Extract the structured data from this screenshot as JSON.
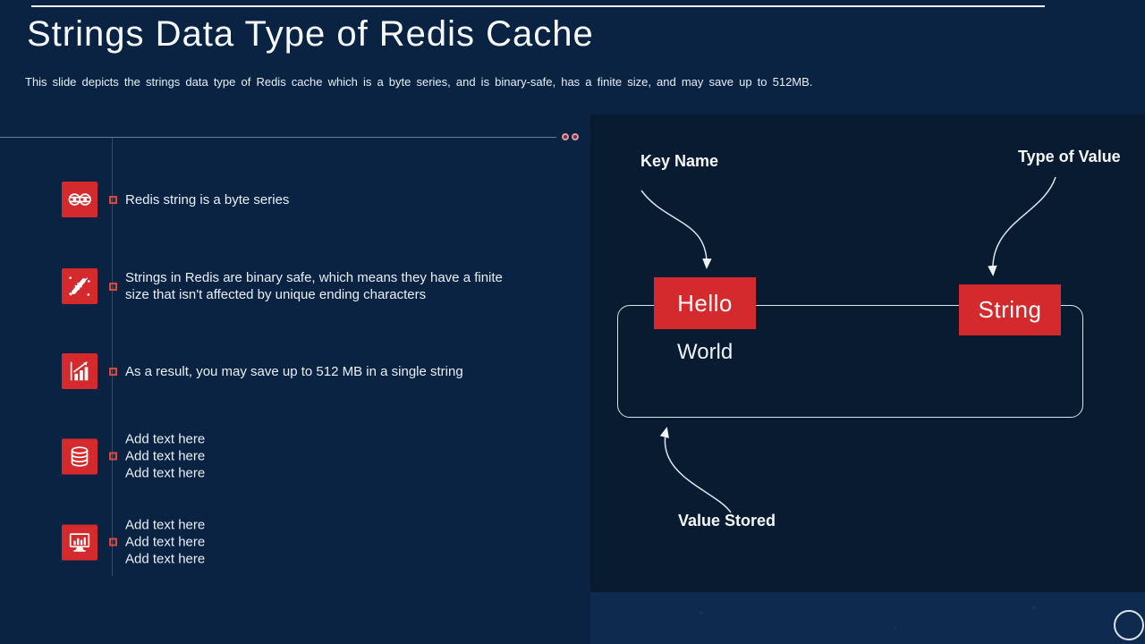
{
  "slide": {
    "title": "Strings Data Type of Redis Cache",
    "subtitle": "This slide depicts the strings data type of Redis cache which is a byte series, and is binary-safe, has a finite size, and may save up to 512MB."
  },
  "list": {
    "items": [
      {
        "icon": "yarn-strings-icon",
        "lines": [
          "Redis string is a byte series"
        ]
      },
      {
        "icon": "needle-thread-icon",
        "lines": [
          "Strings in Redis are binary safe, which means they have a finite",
          "size that isn't affected by unique ending characters"
        ]
      },
      {
        "icon": "growth-chart-icon",
        "lines": [
          "As a result, you may save up to 512 MB in a single string"
        ]
      },
      {
        "icon": "database-icon",
        "lines": [
          "Add text here",
          "Add text here",
          "Add text here"
        ]
      },
      {
        "icon": "monitor-chart-icon",
        "lines": [
          "Add text here",
          "Add text here",
          "Add text here"
        ]
      }
    ]
  },
  "diagram": {
    "key_name_label": "Key Name",
    "type_of_value_label": "Type of Value",
    "value_stored_label": "Value Stored",
    "key_box_text": "Hello",
    "type_box_text": "String",
    "value_text": "World"
  },
  "colors": {
    "background": "#0a2342",
    "panel": "#081b31",
    "bottom_strip": "#0e2a4e",
    "accent_red": "#d42a2d",
    "text": "#eef3f8"
  }
}
